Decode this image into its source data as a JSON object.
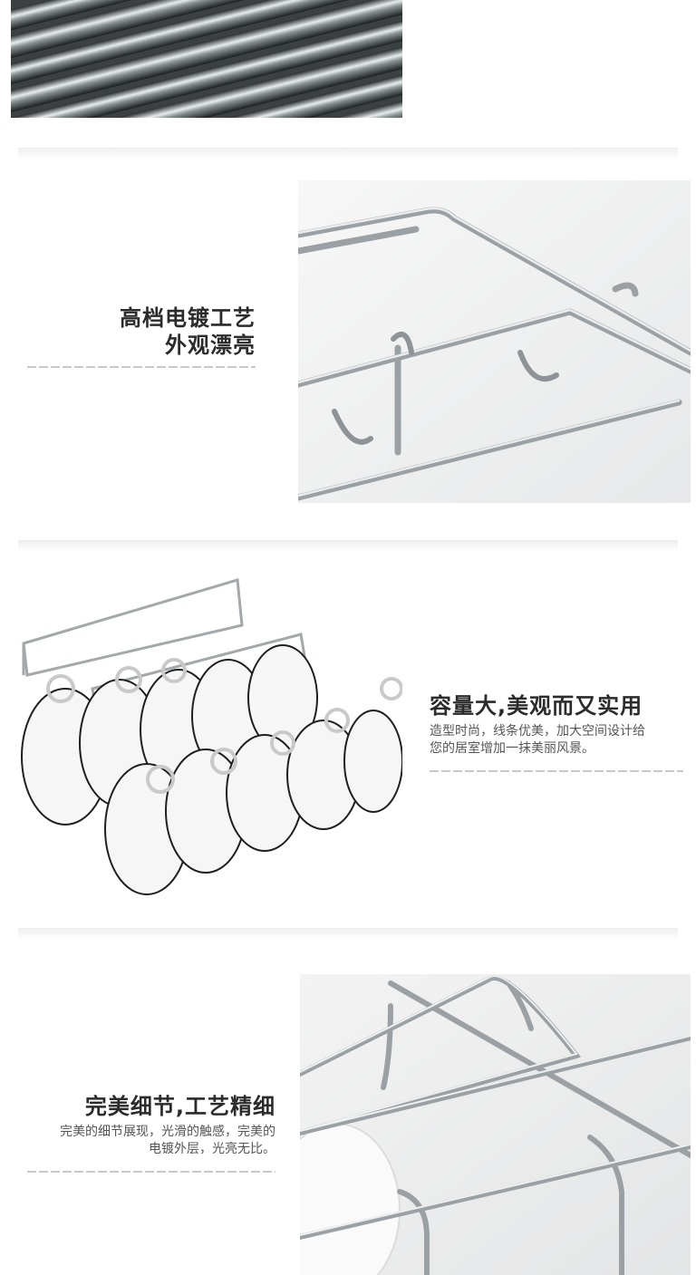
{
  "sections": [
    {
      "heading_lines": [
        "高档电镀工艺",
        "外观漂亮"
      ]
    },
    {
      "heading": "容量大,美观而又实用",
      "desc_lines": [
        "造型时尚，线条优美，加大空间设计给",
        "您的居室增加一抹美丽风景。"
      ]
    },
    {
      "heading": "完美细节,工艺精细",
      "desc_lines": [
        "完美的细节展现，光滑的触感，完美的",
        "电镀外层，光亮无比。"
      ]
    }
  ]
}
